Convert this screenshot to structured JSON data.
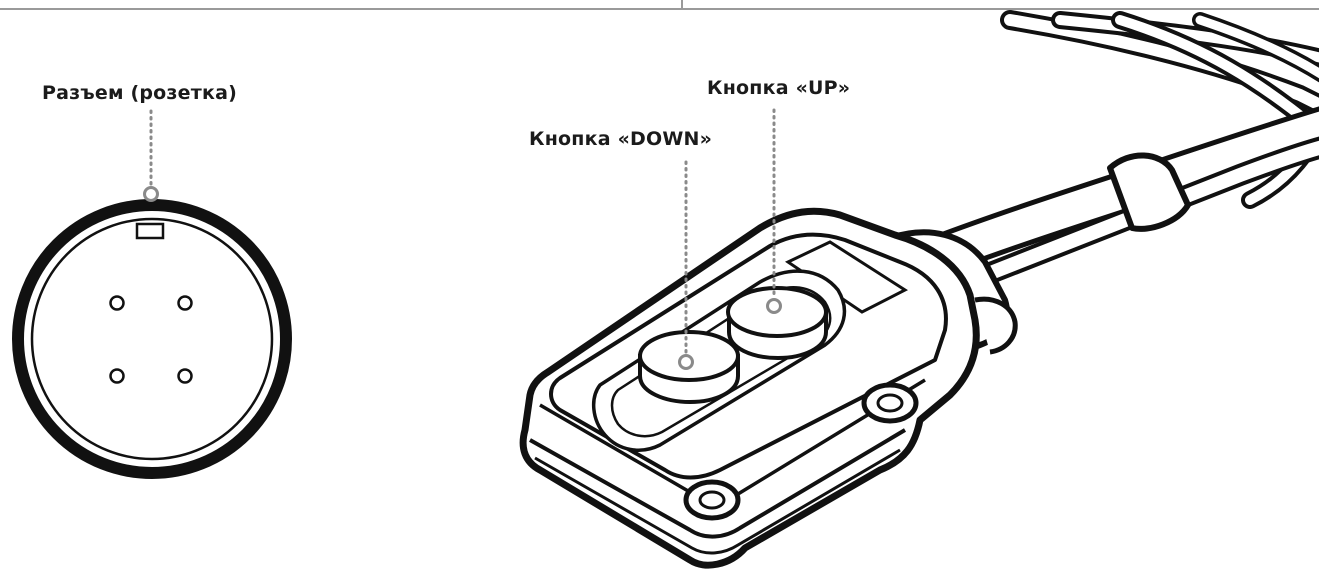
{
  "labels": {
    "connector": "Разъем (розетка)",
    "button_up": "Кнопка «UP»",
    "button_down": "Кнопка «DOWN»"
  },
  "colors": {
    "line": "#111111",
    "leader": "#8a8a8a",
    "text": "#1b1b1b"
  },
  "icons": [
    "connector-socket-icon",
    "pendant-remote-icon",
    "cable-icon"
  ]
}
